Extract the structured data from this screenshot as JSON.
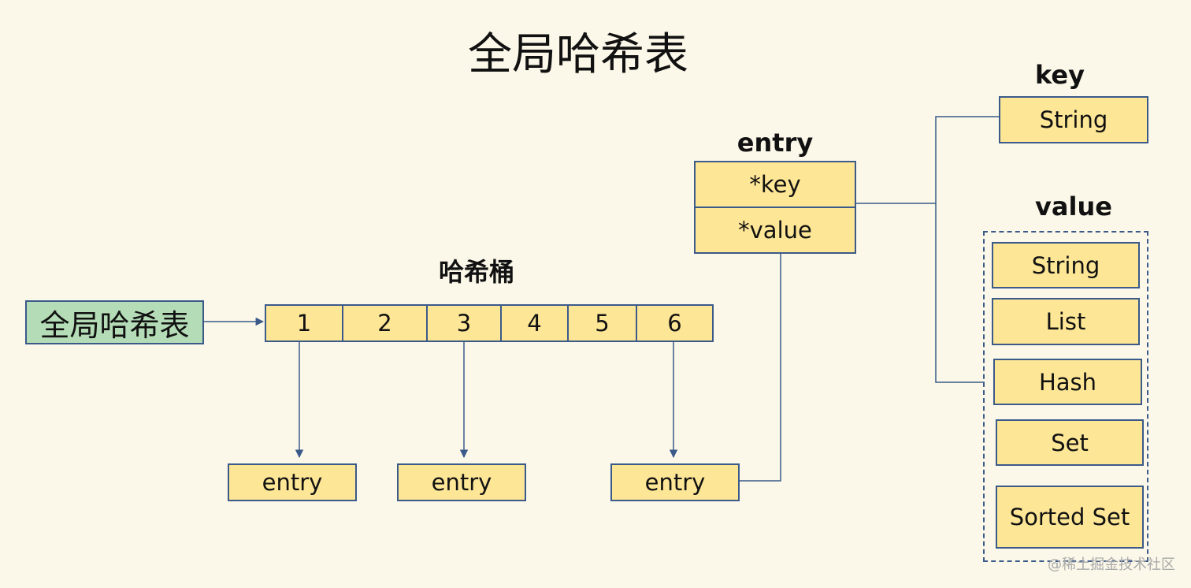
{
  "title": "全局哈希表",
  "global_table_label": "全局哈希表",
  "bucket_title": "哈希桶",
  "buckets": [
    "1",
    "2",
    "3",
    "4",
    "5",
    "6"
  ],
  "chain_entries": [
    "entry",
    "entry",
    "entry"
  ],
  "entry_struct": {
    "title": "entry",
    "key_field": "*key",
    "value_field": "*value"
  },
  "key_section": {
    "title": "key",
    "types": [
      "String"
    ]
  },
  "value_section": {
    "title": "value",
    "types": [
      "String",
      "List",
      "Hash",
      "Set",
      "Sorted Set"
    ]
  },
  "watermark": "@稀土掘金技术社区",
  "colors": {
    "background": "#fbf8e9",
    "box_fill": "#fde696",
    "global_fill": "#b4dcb6",
    "line": "#3b5a8a"
  }
}
